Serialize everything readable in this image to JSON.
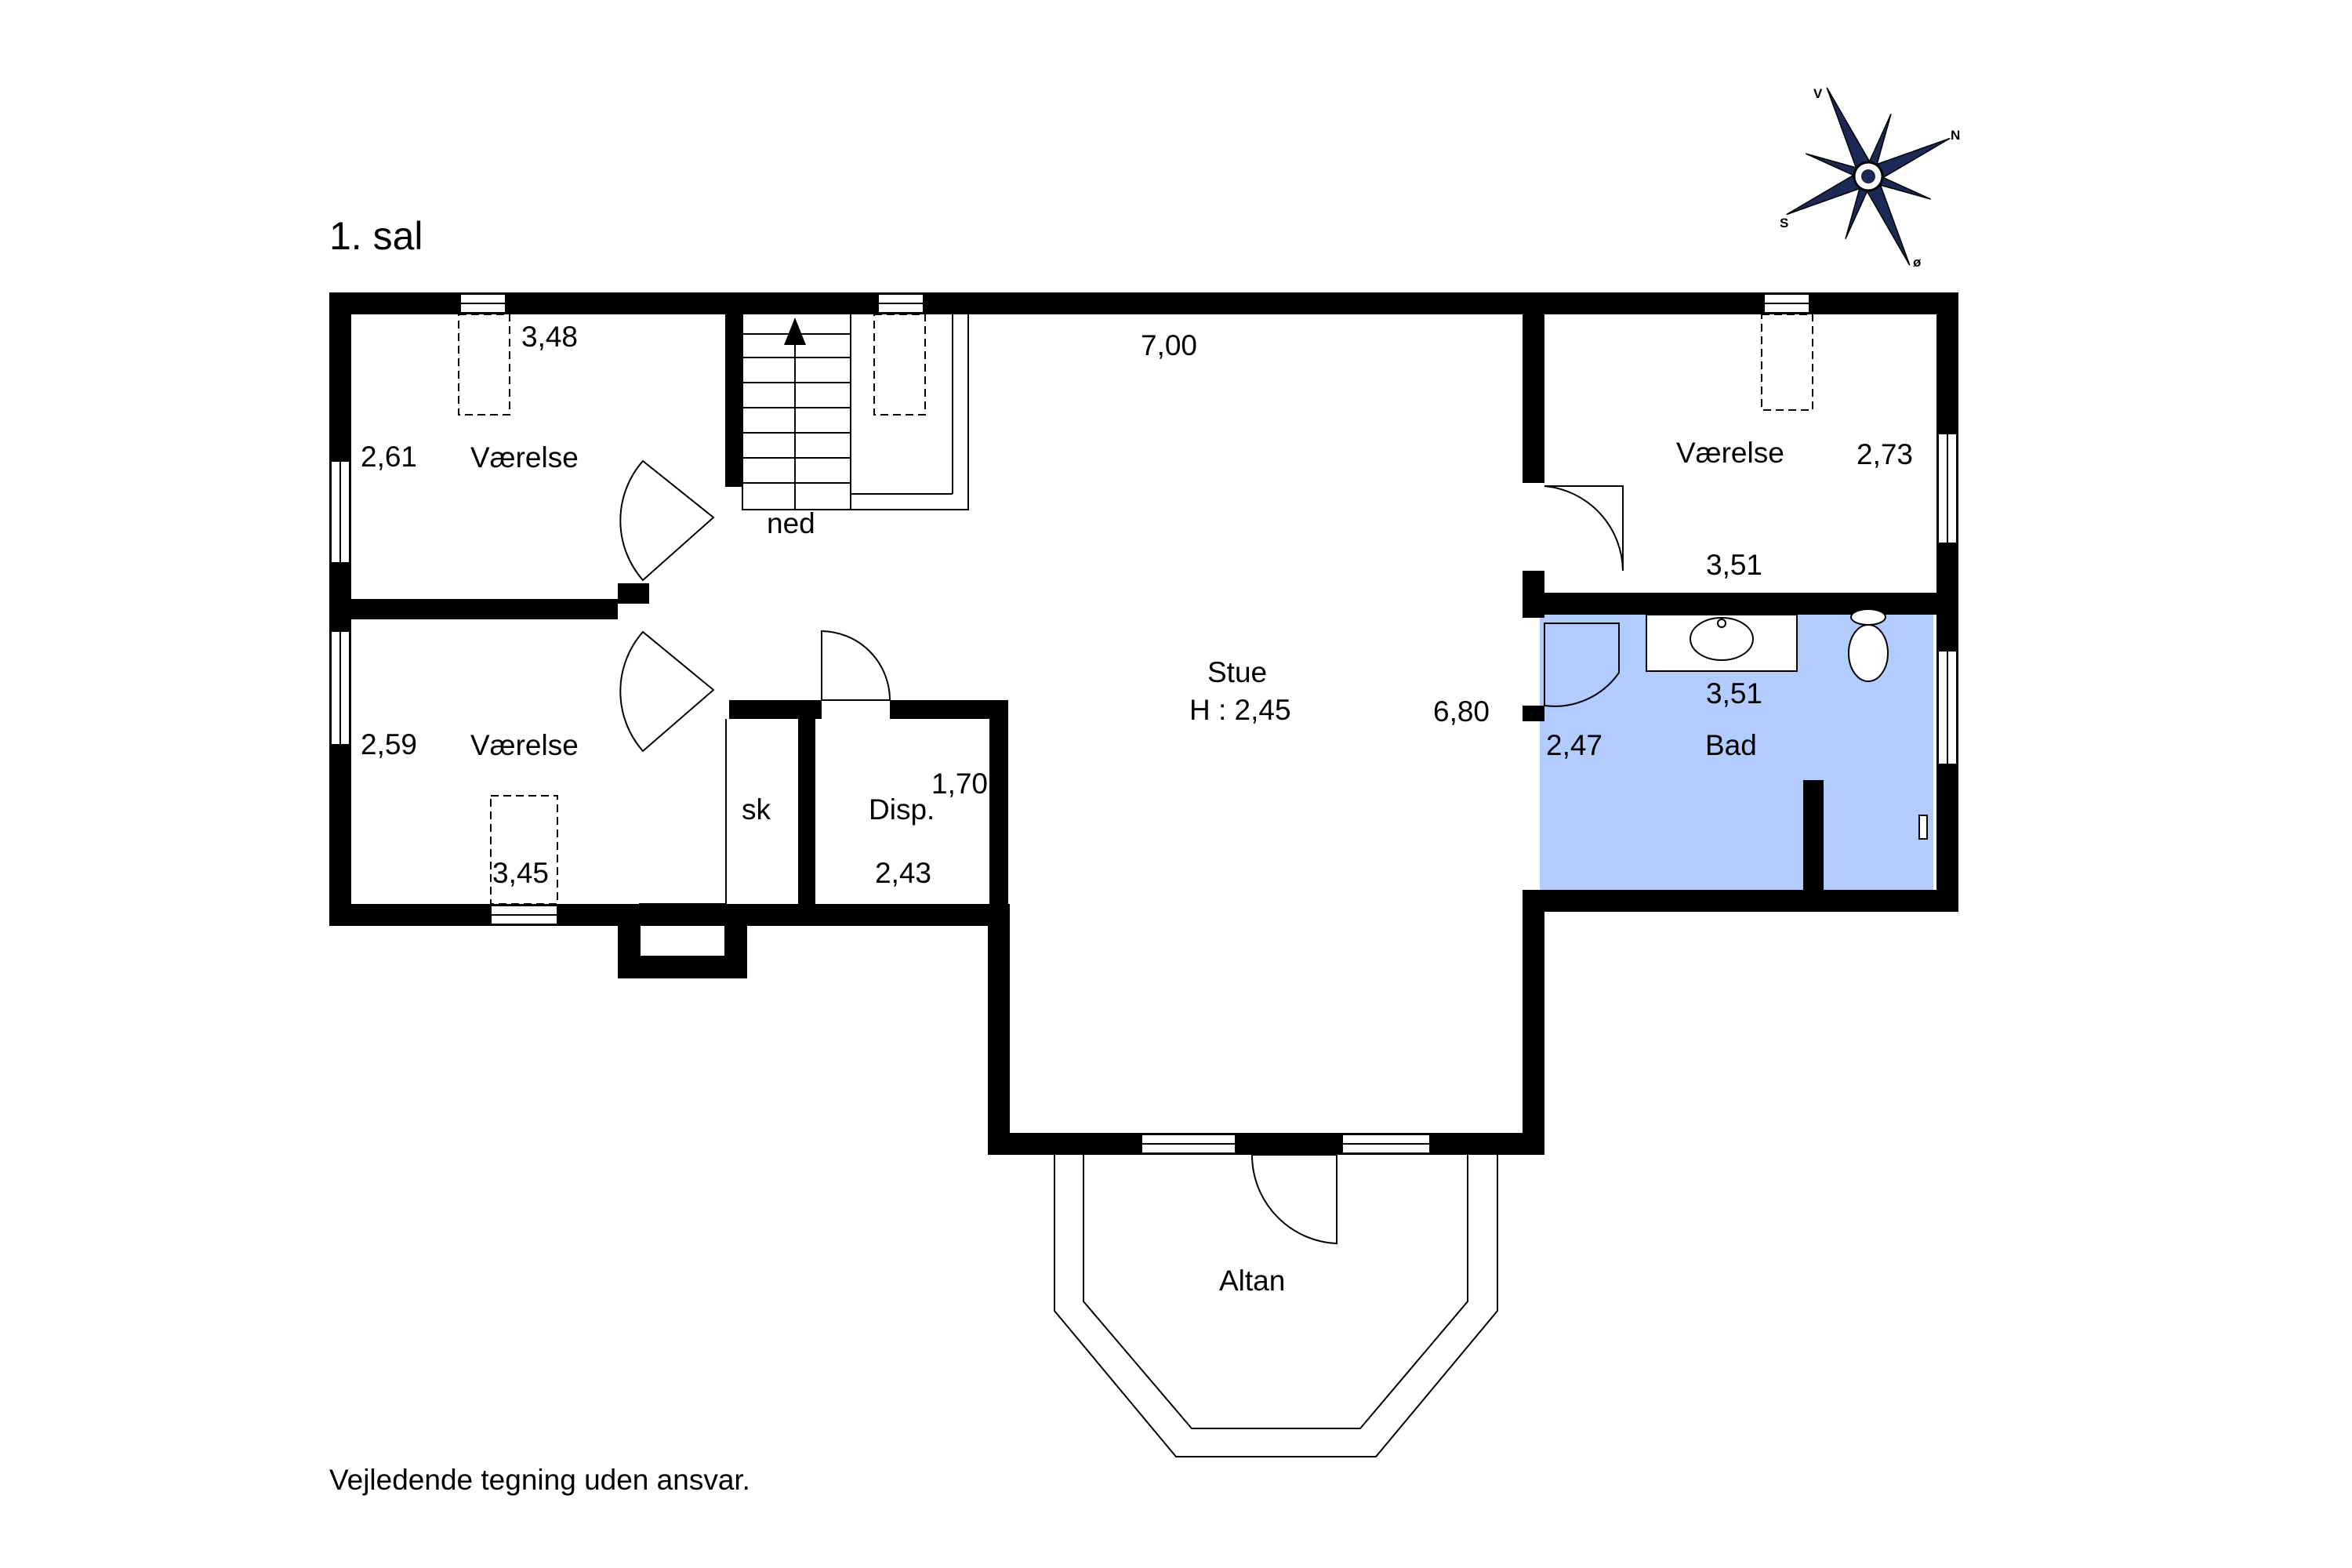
{
  "floor_label": "1. sal",
  "disclaimer": "Vejledende tegning uden ansvar.",
  "compass": {
    "v": "V",
    "n": "N",
    "s": "S",
    "o": "ø"
  },
  "colors": {
    "wall": "#000000",
    "bath_fill": "#b3ccff",
    "compass": "#1a2a55"
  },
  "rooms": {
    "vaerelse_top_left": {
      "name": "Værelse",
      "width": "3,48",
      "depth": "2,61"
    },
    "vaerelse_bottom_left": {
      "name": "Værelse",
      "width": "3,45",
      "depth": "2,59"
    },
    "stairs": {
      "label": "ned"
    },
    "closet": {
      "label": "sk"
    },
    "disp": {
      "name": "Disp.",
      "width": "2,43",
      "depth": "1,70"
    },
    "stue": {
      "name": "Stue",
      "height_label": "H : 2,45",
      "width": "7,00",
      "depth": "6,80"
    },
    "vaerelse_right": {
      "name": "Værelse",
      "width": "3,51",
      "depth": "2,73"
    },
    "bad": {
      "name": "Bad",
      "width": "3,51",
      "depth": "2,47"
    },
    "altan": {
      "name": "Altan"
    }
  }
}
